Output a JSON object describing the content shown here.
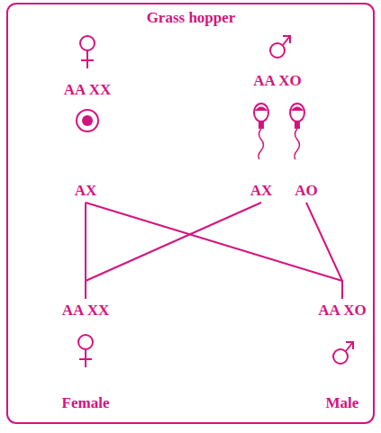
{
  "diagram": {
    "title": "Grass hopper",
    "nodes": [
      {
        "text": [
          "AA XX"
        ]
      },
      {
        "text": [
          "AA XO"
        ]
      },
      {
        "text": [
          "AX"
        ]
      },
      {
        "text": [
          "AX"
        ]
      },
      {
        "text": [
          "AO"
        ]
      },
      {
        "text": [
          "AA XX"
        ]
      },
      {
        "text": [
          "AA XO"
        ]
      }
    ],
    "edges": [
      {
        "from": 2,
        "to": 5,
        "arrow": "none"
      },
      {
        "from": 2,
        "to": 6,
        "arrow": "none"
      },
      {
        "from": 3,
        "to": 5,
        "arrow": "none"
      },
      {
        "from": 4,
        "to": 6,
        "arrow": "none"
      }
    ],
    "labels": [
      "Female",
      "Male"
    ]
  }
}
